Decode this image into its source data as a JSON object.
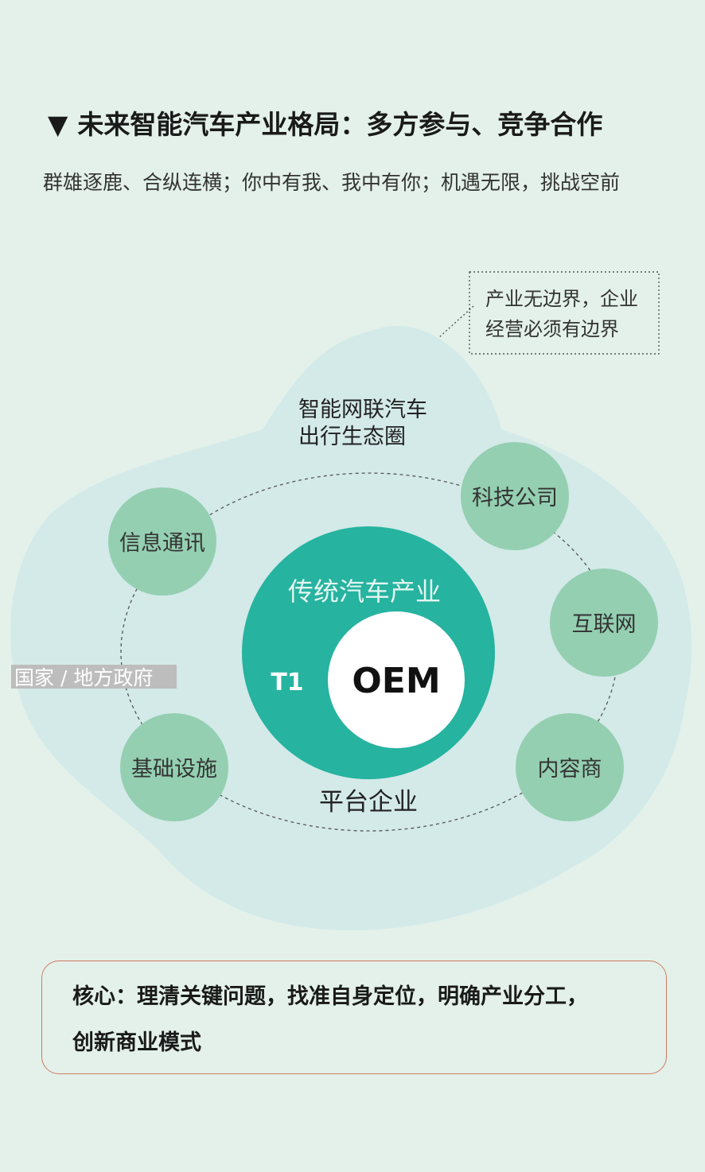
{
  "header": {
    "marker": "▼",
    "title": "未来智能汽车产业格局：多方参与、竞争合作",
    "subtitle": "群雄逐鹿、合纵连横；你中有我、我中有你；机遇无限，挑战空前"
  },
  "diagram": {
    "callout_lines": [
      "产业无边界，企业",
      "经营必须有边界"
    ],
    "ecosystem_lines": [
      "智能网联汽车",
      "出行生态圈"
    ],
    "traditional": "传统汽车产业",
    "t1": "T1",
    "oem": "OEM",
    "platform": "平台企业",
    "government": "国家 / 地方政府",
    "partners": [
      "科技公司",
      "互联网",
      "内容商",
      "信息通讯",
      "基础设施"
    ]
  },
  "core": {
    "line1": "核心：理清关键问题，找准自身定位，明确产业分工，",
    "line2": "创新商业模式"
  },
  "colors": {
    "background": "#e3f1ea",
    "blob": "#d3eae8",
    "partner_circle": "#94cfb1",
    "traditional_circle": "#26b3a0",
    "oem_circle": "#ffffff",
    "core_border": "#d07a62"
  }
}
